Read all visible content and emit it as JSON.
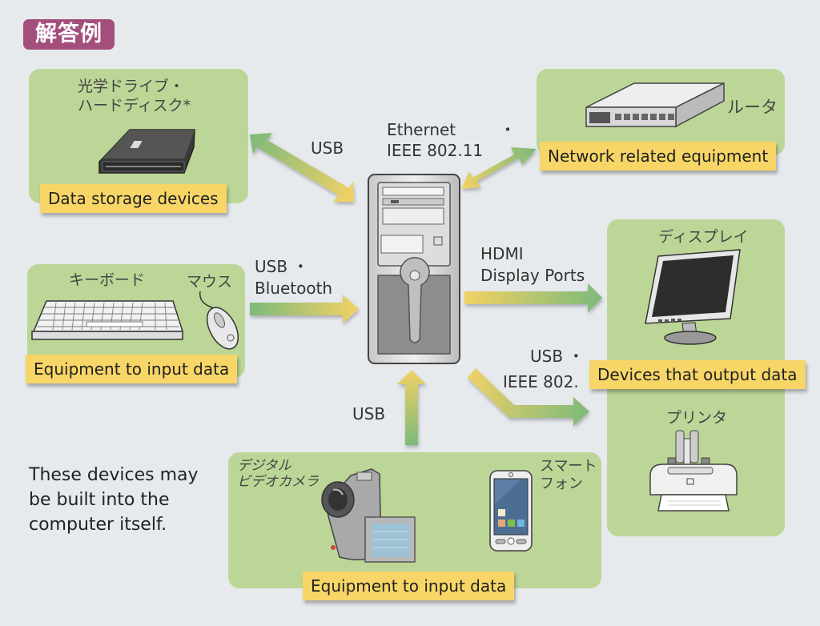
{
  "header": {
    "badge": "解答例"
  },
  "colors": {
    "background": "#e6eaed",
    "badge": "#a34e7c",
    "panel": "#bcd697",
    "label": "#f7d667",
    "arrow_green": "#7dba7a",
    "arrow_yellow": "#f2d165"
  },
  "storage": {
    "jp_line1": "光学ドライブ・",
    "jp_line2": "ハードディスク*",
    "label": "Data storage devices",
    "icon": "hard-disk-icon"
  },
  "network": {
    "jp": "ルータ",
    "label": "Network related equipment",
    "icon": "router-icon"
  },
  "input_keyboard": {
    "jp_keyboard": "キーボード",
    "jp_mouse": "マウス",
    "label": "Equipment to input data",
    "icons": [
      "keyboard-icon",
      "mouse-icon"
    ]
  },
  "output": {
    "jp_display": "ディスプレイ",
    "jp_printer": "プリンタ",
    "label": "Devices that output data",
    "icons": [
      "monitor-icon",
      "printer-icon"
    ]
  },
  "input_camera": {
    "jp_camera_line1": "デジタル",
    "jp_camera_line2": "ビデオカメラ",
    "jp_phone_line1": "スマート",
    "jp_phone_line2": "フォン",
    "label": "Equipment to input data",
    "icons": [
      "video-camera-icon",
      "smartphone-icon"
    ]
  },
  "center": {
    "icon": "desktop-tower-icon"
  },
  "connections": {
    "storage": "USB",
    "network_line1": "Ethernet",
    "network_line2": "IEEE 802.11",
    "network_dot": "・",
    "keyboard_line1": "USB ・",
    "keyboard_line2": "Bluetooth",
    "display_line1": "HDMI",
    "display_line2": "Display Ports",
    "printer_line1": "USB ・",
    "printer_line2": "IEEE 802.",
    "camera": "USB"
  },
  "footnote": {
    "line1": "These devices may",
    "line2": "be built into the",
    "line3": "computer itself."
  }
}
